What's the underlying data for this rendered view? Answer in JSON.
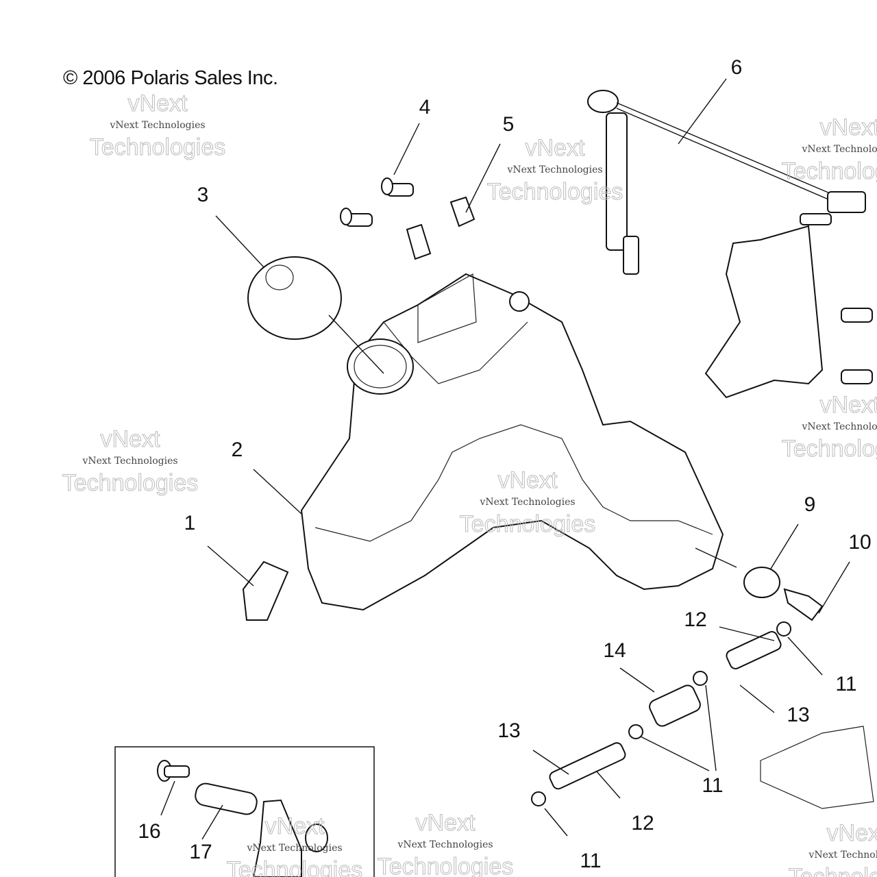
{
  "copyright": "© 2006 Polaris Sales Inc.",
  "watermark": {
    "line1": "vNext Technologies",
    "line2": "vNext",
    "line3": "Technologies"
  },
  "callouts": [
    "6",
    "4",
    "5",
    "3",
    "2",
    "1",
    "9",
    "10",
    "12",
    "14",
    "11",
    "13",
    "13",
    "11",
    "12",
    "11",
    "16",
    "17"
  ]
}
